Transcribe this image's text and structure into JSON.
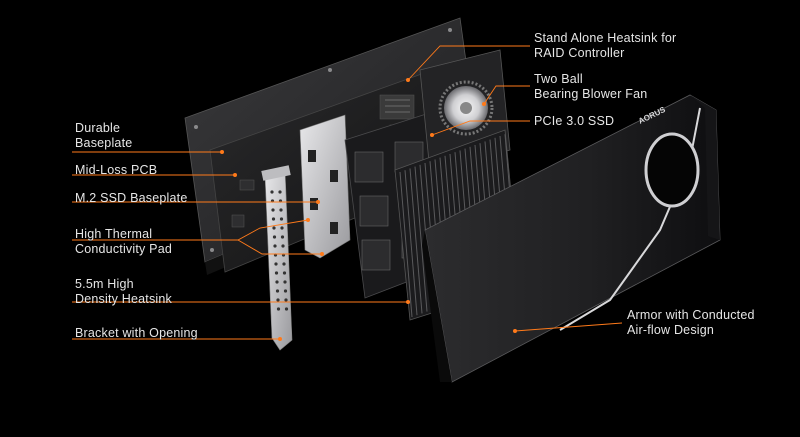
{
  "diagram": {
    "accent_color": "#ff7a1a",
    "brand_mark": "AORUS",
    "callouts_left": [
      {
        "id": "baseplate",
        "line1": "Durable",
        "line2": "Baseplate"
      },
      {
        "id": "pcb",
        "line1": "Mid-Loss PCB",
        "line2": ""
      },
      {
        "id": "m2-baseplate",
        "line1": "M.2 SSD Baseplate",
        "line2": ""
      },
      {
        "id": "thermal-pad",
        "line1": "High Thermal",
        "line2": "Conductivity Pad"
      },
      {
        "id": "heatsink",
        "line1": "5.5m High",
        "line2": "Density Heatsink"
      },
      {
        "id": "bracket",
        "line1": "Bracket with Opening",
        "line2": ""
      }
    ],
    "callouts_right": [
      {
        "id": "raid-heatsink",
        "line1": "Stand Alone Heatsink for",
        "line2": "RAID Controller"
      },
      {
        "id": "blower-fan",
        "line1": "Two Ball",
        "line2": "Bearing Blower Fan"
      },
      {
        "id": "pcie-ssd",
        "line1": "PCIe 3.0 SSD",
        "line2": ""
      },
      {
        "id": "armor",
        "line1": "Armor with Conducted",
        "line2": "Air-flow Design"
      }
    ]
  }
}
